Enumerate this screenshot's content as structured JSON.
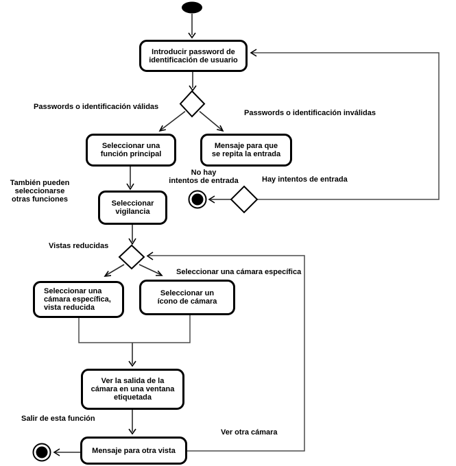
{
  "diagram_type": "uml-activity-diagram",
  "colors": {
    "background": "#ffffff",
    "node_border": "#000000",
    "node_fill": "#ffffff",
    "text": "#000000",
    "edge": "#2b2b2b",
    "loop_edge": "#4a4a4a"
  },
  "activities": {
    "intro_password": "Introducir password de\nidentificación de usuario",
    "select_main_function": "Seleccionar una\nfunción principal",
    "message_repeat_entry": "Mensaje para que\nse repita la entrada",
    "select_surveillance": "Seleccionar\nvigilancia",
    "select_camera_reduced": "Seleccionar una\ncámara específica,\nvista reducida",
    "select_camera_icon": "Seleccionar un\nícono de cámara",
    "view_camera_output": "Ver la salida de la\ncámara en una ventana\netiquetada",
    "message_other_view": "Mensaje para otra vista"
  },
  "labels": {
    "passwords_valid": "Passwords o identificación válidas",
    "passwords_invalid": "Passwords o identificación inválidas",
    "no_entry_attempts": "No hay\nintentos de entrada",
    "entry_attempts": "Hay intentos de entrada",
    "other_functions": "También pueden\nseleccionarse\notras funciones",
    "reduced_views": "Vistas reducidas",
    "select_specific_camera": "Seleccionar una cámara específica",
    "exit_function": "Salir de esta función",
    "view_other_camera": "Ver otra cámara"
  }
}
